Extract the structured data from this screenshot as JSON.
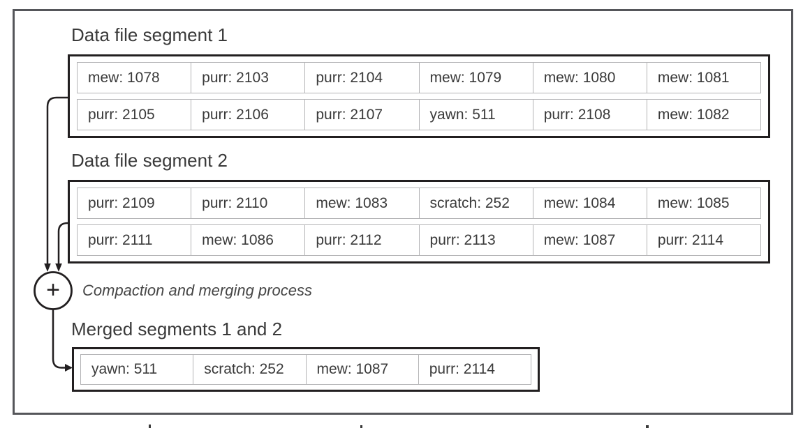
{
  "diagram": {
    "segment1": {
      "title": "Data file segment 1",
      "rows": [
        [
          "mew: 1078",
          "purr: 2103",
          "purr: 2104",
          "mew: 1079",
          "mew: 1080",
          "mew: 1081"
        ],
        [
          "purr: 2105",
          "purr: 2106",
          "purr: 2107",
          "yawn: 511",
          "purr: 2108",
          "mew: 1082"
        ]
      ]
    },
    "segment2": {
      "title": "Data file segment 2",
      "rows": [
        [
          "purr: 2109",
          "purr: 2110",
          "mew: 1083",
          "scratch: 252",
          "mew: 1084",
          "mew: 1085"
        ],
        [
          "purr: 2111",
          "mew: 1086",
          "purr: 2112",
          "purr: 2113",
          "mew: 1087",
          "purr: 2114"
        ]
      ]
    },
    "process": {
      "operator": "+",
      "label": "Compaction and merging process"
    },
    "merged": {
      "title": "Merged segments 1 and 2",
      "rows": [
        [
          "yawn: 511",
          "scratch: 252",
          "mew: 1087",
          "purr: 2114"
        ]
      ]
    },
    "colors": {
      "text": "#3a3a3a",
      "box_border": "#221f20",
      "row_border": "#b3b3b5",
      "frame_border": "#55565a"
    }
  }
}
